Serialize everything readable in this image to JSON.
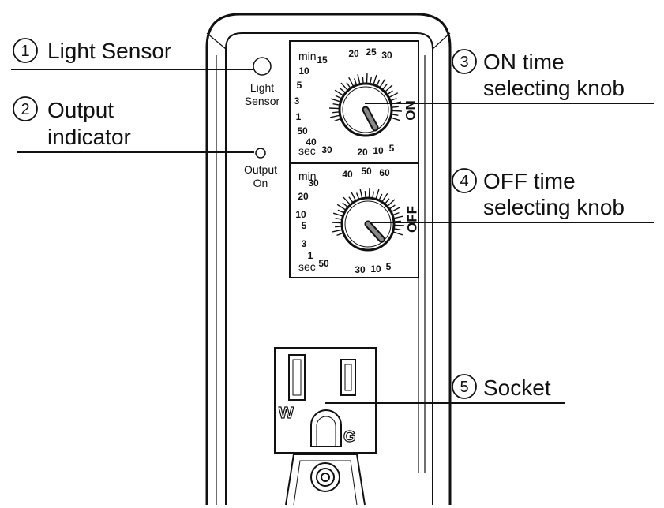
{
  "callouts": [
    {
      "number": "①",
      "lines": [
        "Light Sensor"
      ]
    },
    {
      "number": "②",
      "lines": [
        "Output",
        "indicator"
      ]
    },
    {
      "number": "③",
      "lines": [
        "ON time",
        "selecting knob"
      ]
    },
    {
      "number": "④",
      "lines": [
        "OFF time",
        "selecting knob"
      ]
    },
    {
      "number": "⑤",
      "lines": [
        "Socket"
      ]
    }
  ],
  "device": {
    "light_sensor_label": [
      "Light",
      "Sensor"
    ],
    "output_label": [
      "Output",
      "On"
    ]
  },
  "on_dial": {
    "min_label": "min",
    "sec_label": "sec",
    "knob_label": "ON",
    "min_ticks": [
      "1",
      "3",
      "5",
      "10",
      "15",
      "20",
      "25",
      "30"
    ],
    "sec_ticks": [
      "50",
      "40",
      "30",
      "20",
      "10",
      "5"
    ]
  },
  "off_dial": {
    "min_label": "min",
    "sec_label": "sec",
    "knob_label": "OFF",
    "min_ticks": [
      "5",
      "10",
      "20",
      "30",
      "40",
      "50",
      "60"
    ],
    "sec_ticks": [
      "3",
      "1",
      "50",
      "30",
      "10",
      "5"
    ]
  },
  "socket": {
    "w_label": "W",
    "g_label": "G"
  }
}
